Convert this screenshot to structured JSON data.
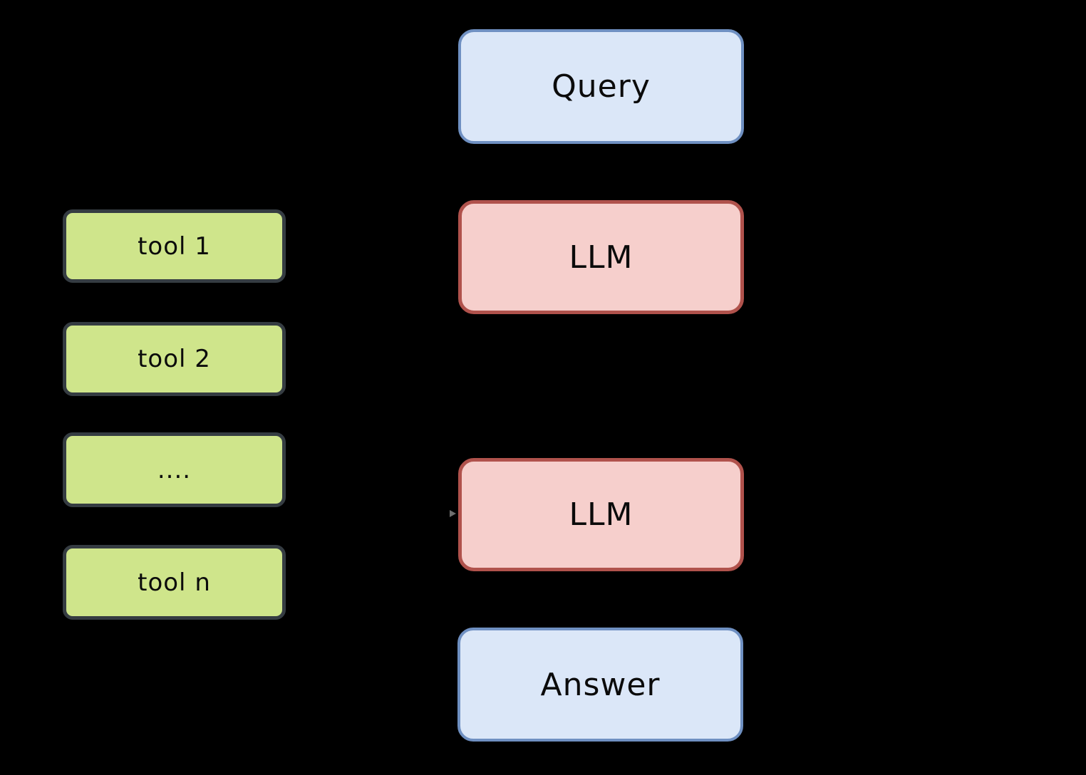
{
  "diagram": {
    "background_color": "#000000",
    "text_color": "#0b0b0b",
    "tool_column": {
      "fill_color": "#cfe58b",
      "border_color": "#353c42",
      "items": [
        {
          "label": "tool 1"
        },
        {
          "label": "tool 2"
        },
        {
          "label": "...."
        },
        {
          "label": "tool n"
        }
      ]
    },
    "flow_column": {
      "io_fill_color": "#dbe7f8",
      "io_border_color": "#6f90c2",
      "llm_fill_color": "#f6cfcc",
      "llm_border_color": "#b0524c",
      "nodes": [
        {
          "label": "Query",
          "type": "io"
        },
        {
          "label": "LLM",
          "type": "llm"
        },
        {
          "label": "LLM",
          "type": "llm"
        },
        {
          "label": "Answer",
          "type": "io"
        }
      ]
    },
    "arrowhead_color": "#6e6e6e"
  }
}
